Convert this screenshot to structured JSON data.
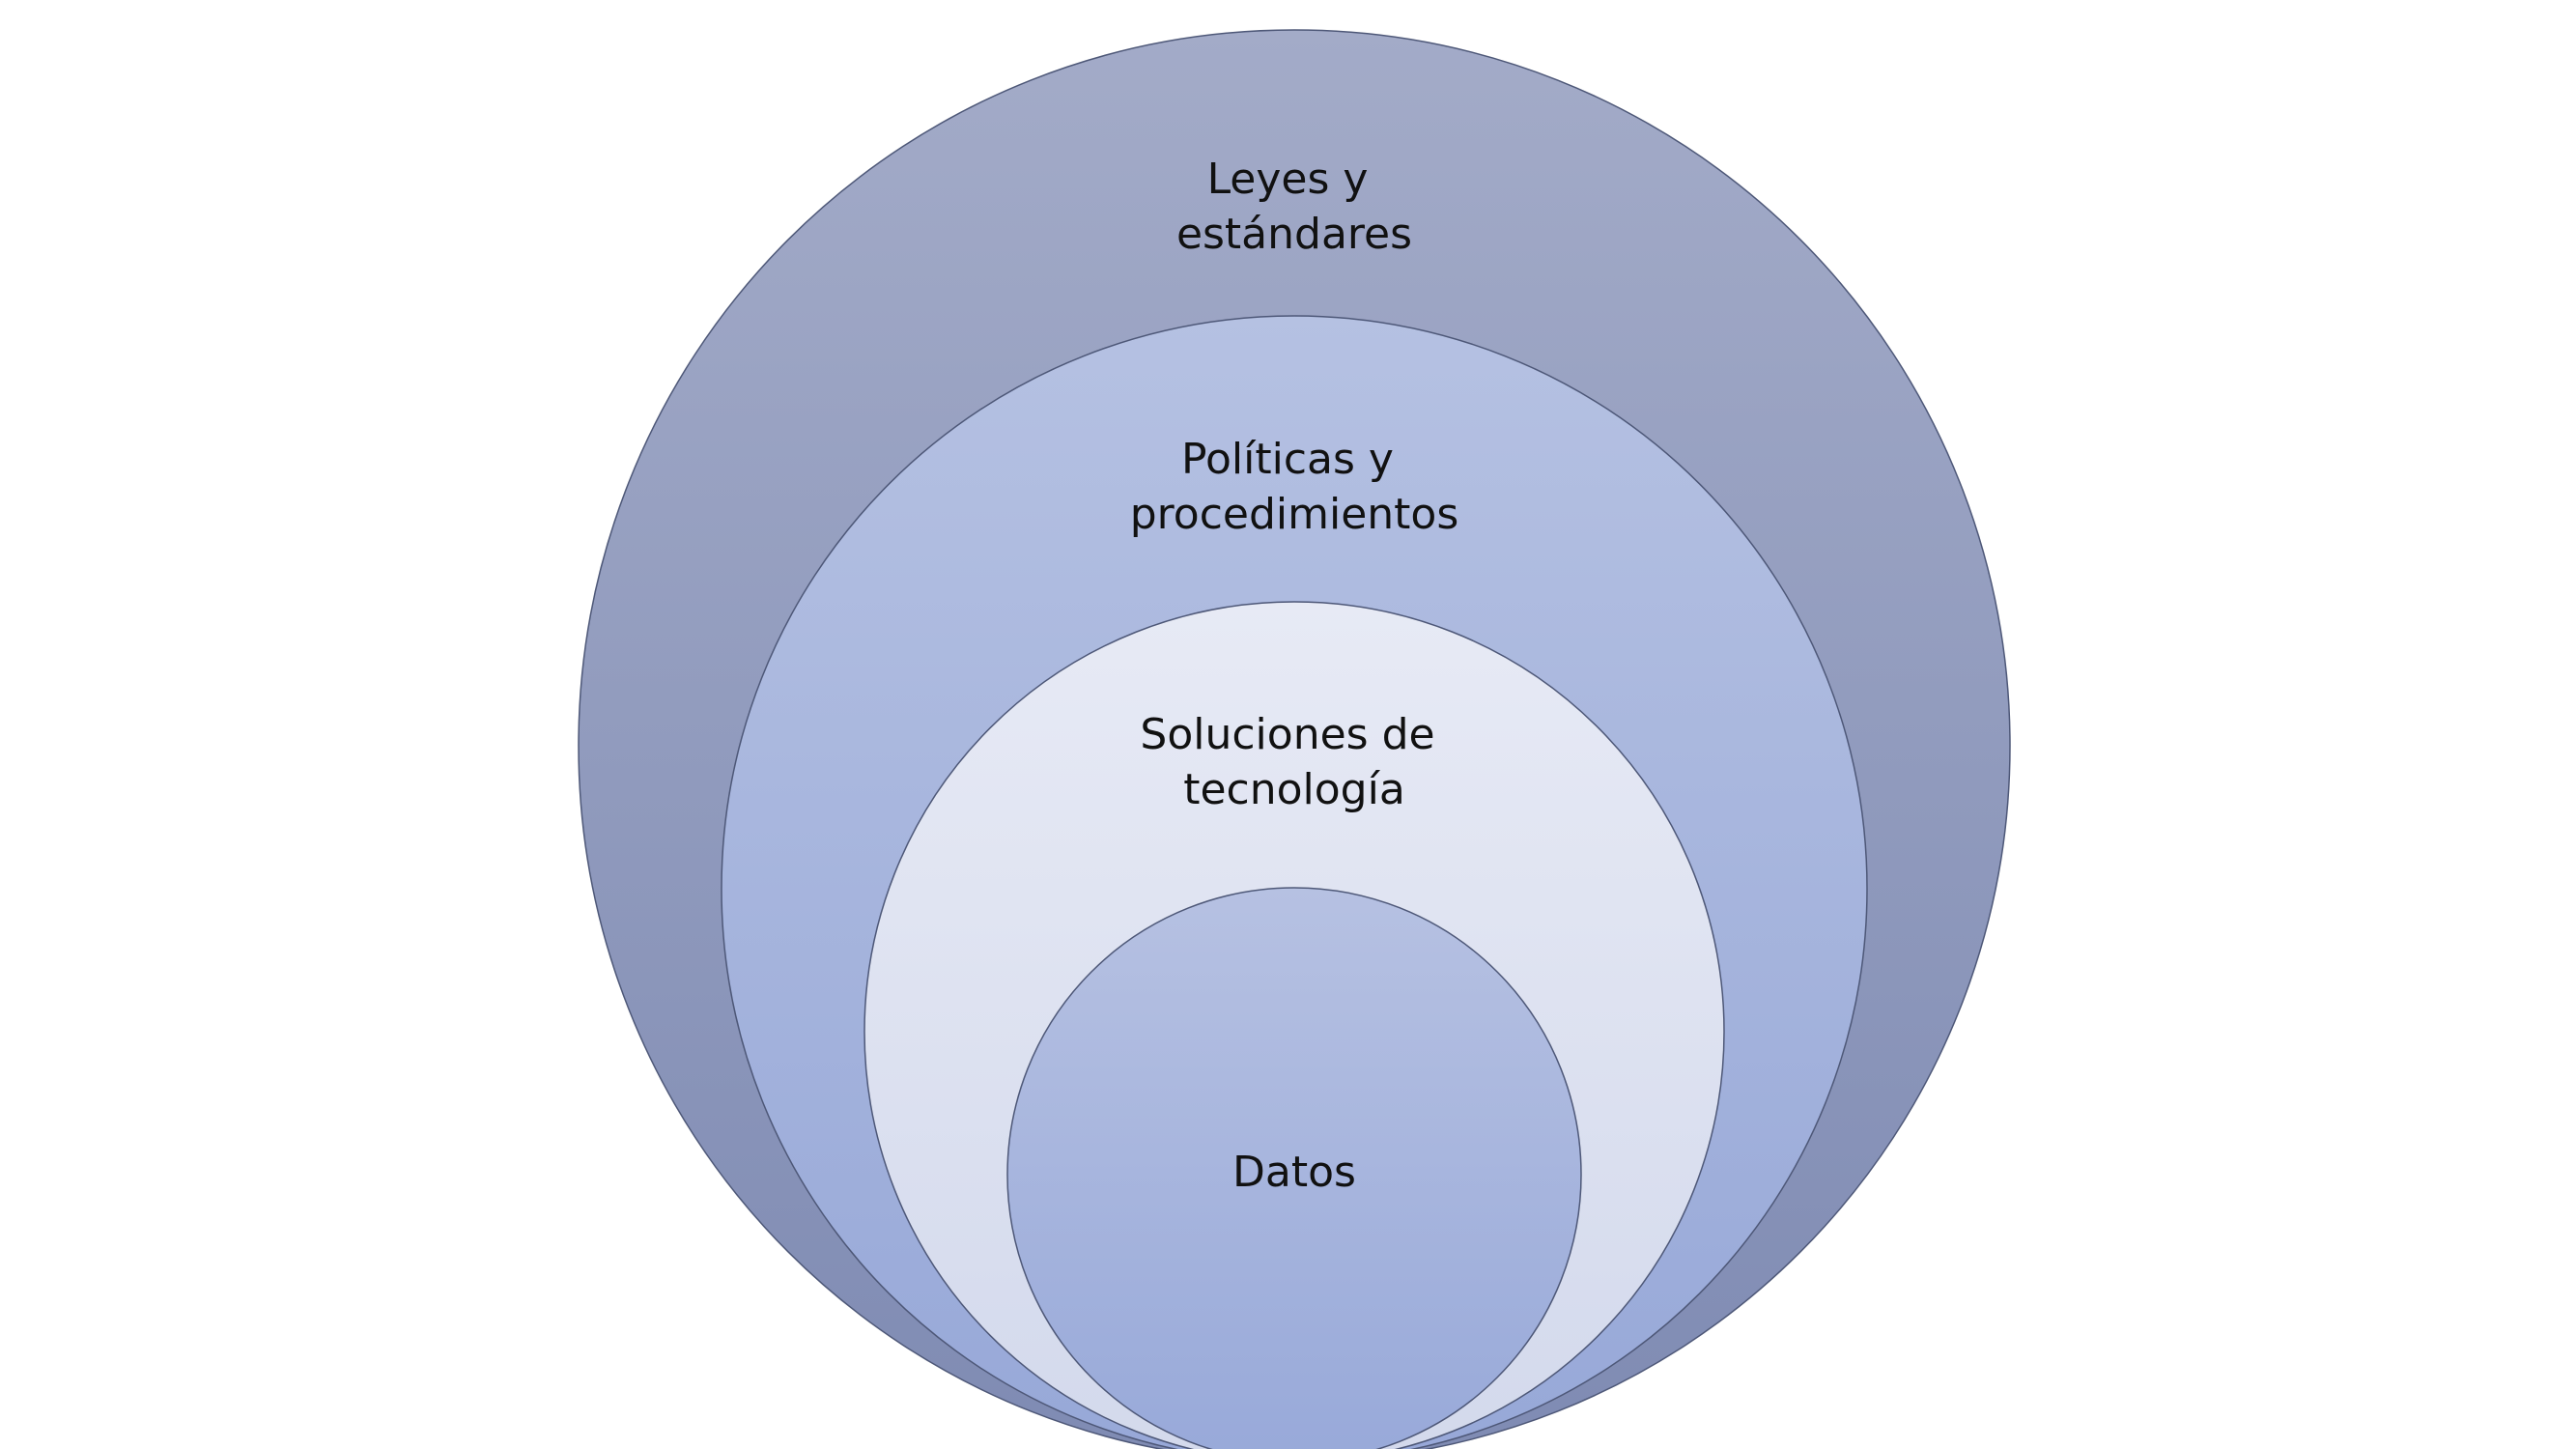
{
  "diagram": {
    "type": "nested-circles",
    "layers": [
      {
        "name": "layer-laws",
        "line1": "Leyes y",
        "line2": "estándares",
        "color_top": "#a3abc8",
        "color_bottom": "#7f8bb3"
      },
      {
        "name": "layer-policies",
        "line1": "Políticas y",
        "line2": "procedimientos",
        "color_top": "#b5c1e2",
        "color_bottom": "#97a8d8"
      },
      {
        "name": "layer-technology",
        "line1": "Soluciones de",
        "line2": "tecnología",
        "color_top": "#e7eaf5",
        "color_bottom": "#d3d9ec"
      },
      {
        "name": "layer-data",
        "line1": "Datos",
        "line2": "",
        "color_top": "#b6c1e2",
        "color_bottom": "#98a9d9"
      }
    ],
    "outline_color": "#4e5878"
  }
}
